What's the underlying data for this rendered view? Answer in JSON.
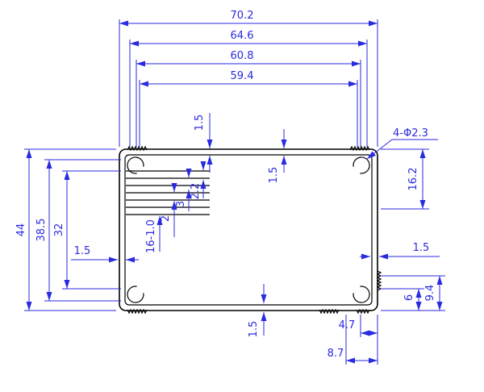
{
  "colors": {
    "dimension": "#2a2ae0",
    "outline": "#000000",
    "background": "#ffffff"
  },
  "dims": {
    "width_overall": "70.2",
    "width_step2": "64.6",
    "width_step3": "60.8",
    "width_step4": "59.4",
    "wall_top_left": "1.5",
    "corner_hole_callout": "4-Φ2.3",
    "right_upper_depth": "16.2",
    "wall_top_mid": "1.5",
    "height_overall": "44",
    "height_step2": "38.5",
    "slot_region_span": "32",
    "wall_left": "1.5",
    "slot_count_width": "16-1.0",
    "slot_pitch": "2",
    "slot_depth": "3",
    "slot_spacing": "2.2",
    "wall_right": "1.5",
    "right_lower_a": "9.4",
    "right_lower_b": "6",
    "wall_bottom": "1.5",
    "bottom_offset_a": "4.7",
    "bottom_offset_b": "8.7"
  }
}
